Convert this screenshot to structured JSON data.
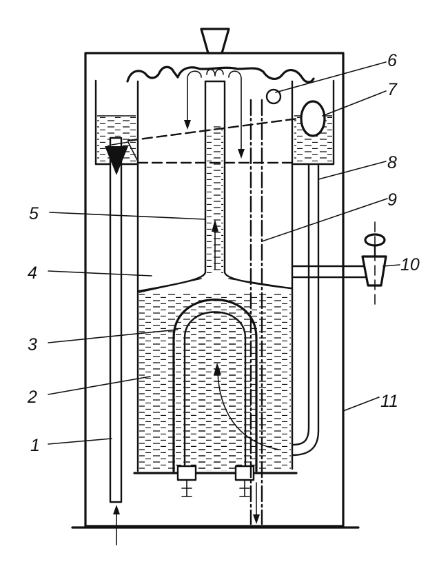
{
  "figure": {
    "labels": [
      {
        "id": "1",
        "text": "1"
      },
      {
        "id": "2",
        "text": "2"
      },
      {
        "id": "3",
        "text": "3"
      },
      {
        "id": "4",
        "text": "4"
      },
      {
        "id": "5",
        "text": "5"
      },
      {
        "id": "6",
        "text": "6"
      },
      {
        "id": "7",
        "text": "7"
      },
      {
        "id": "8",
        "text": "8"
      },
      {
        "id": "9",
        "text": "9"
      },
      {
        "id": "10",
        "text": "10"
      },
      {
        "id": "11",
        "text": "11"
      }
    ]
  },
  "colors": {
    "ink": "#111111",
    "paper": "#ffffff"
  }
}
